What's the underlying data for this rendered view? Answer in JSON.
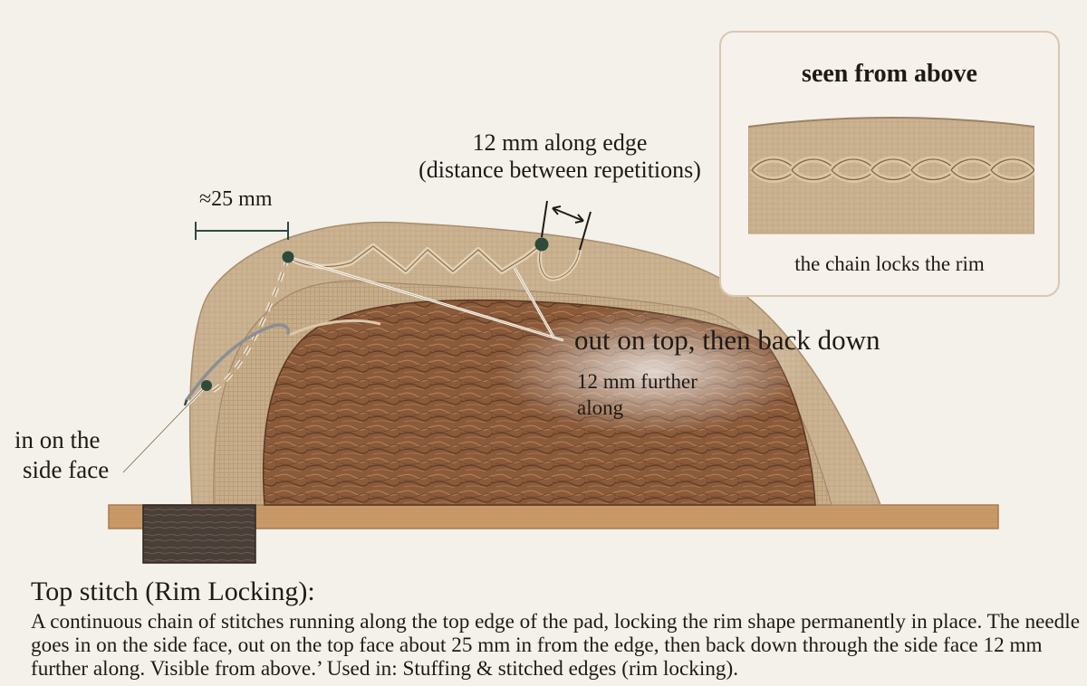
{
  "labels": {
    "spacing_line1": "12 mm along edge",
    "spacing_line2": "(distance between repetitions)",
    "depth": "≈25 mm",
    "out_on_top": "out on top, then back down",
    "further_along": "12 mm further along",
    "in_line1": "in on the",
    "in_line2": "side face"
  },
  "inset": {
    "title": "seen from above",
    "caption": "the chain locks the rim"
  },
  "caption": {
    "title": "Top stitch (Rim Locking):",
    "body": "A continuous chain of stitches running along the top edge of the pad, locking the rim shape permanently in place. The needle goes in on the side face, out on the top face about 25 mm in from the edge, then back down through the side face 12 mm further along. Visible from above.’ Used in: Stuffing & stitched edges (rim locking)."
  },
  "colors": {
    "background": "#f4f0ea",
    "burlap": "#ccb493",
    "stuffing": "#8a5a3a",
    "board": "#c99a68",
    "block": "#4a3f38",
    "marker": "#2e4a3a"
  }
}
